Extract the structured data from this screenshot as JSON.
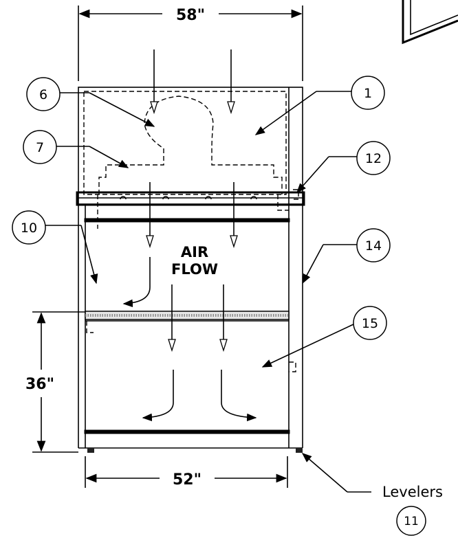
{
  "dimensions": {
    "width_top": "58\"",
    "height_side": "36\"",
    "width_bottom": "52\""
  },
  "airflow_label": {
    "line1": "AIR",
    "line2": "FLOW"
  },
  "callouts": {
    "c1": "1",
    "c6": "6",
    "c7": "7",
    "c10": "10",
    "c11": "11",
    "c12": "12",
    "c14": "14",
    "c15": "15"
  },
  "levelers_label": "Levelers"
}
